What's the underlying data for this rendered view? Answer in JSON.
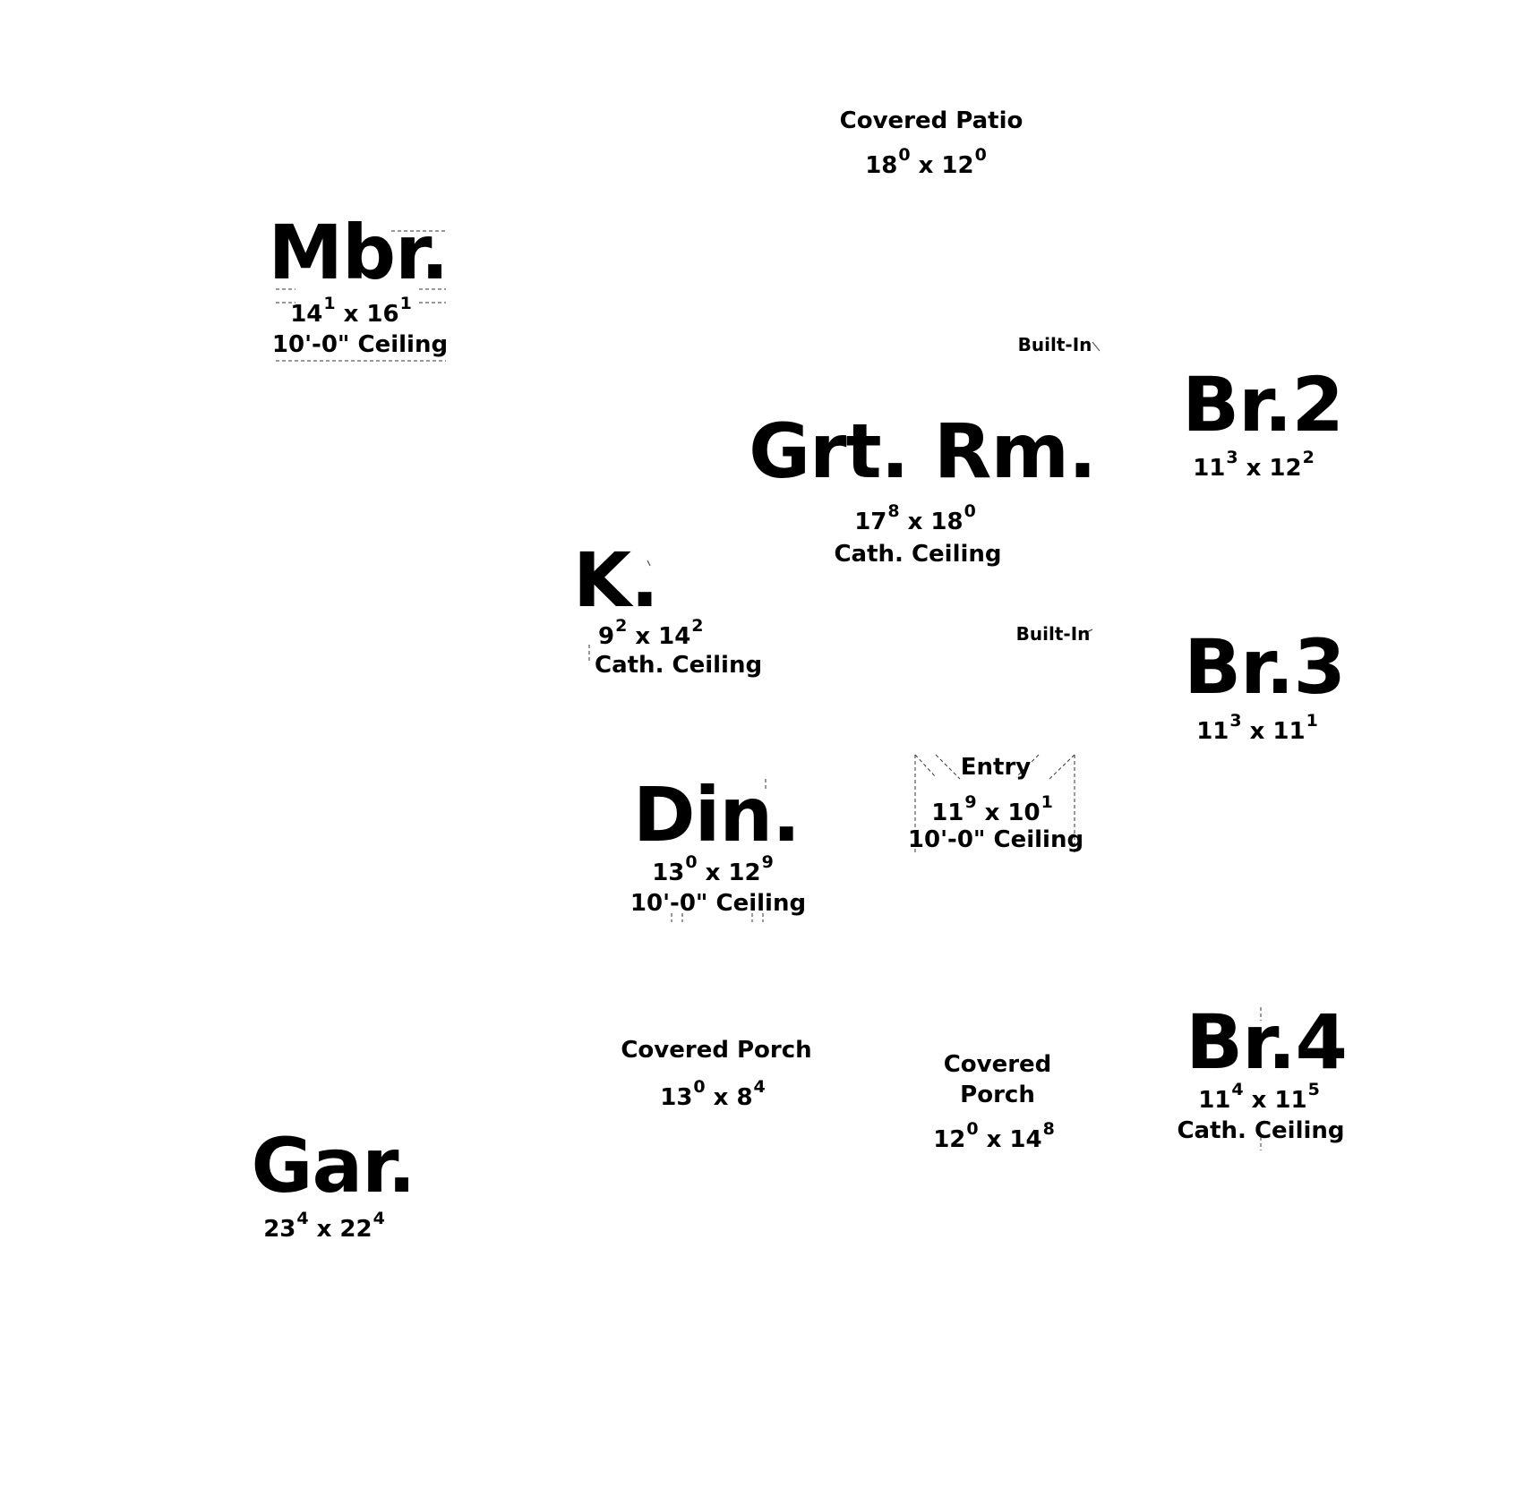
{
  "rooms": {
    "covered_patio": {
      "name": "Covered Patio",
      "w": "18",
      "w_in": "0",
      "h": "12",
      "h_in": "0"
    },
    "mbr": {
      "name": "Mbr.",
      "w": "14",
      "w_in": "1",
      "h": "16",
      "h_in": "1",
      "ceiling": "10'-0\" Ceiling"
    },
    "built_in_1": {
      "name": "Built-In"
    },
    "br2": {
      "name": "Br.2",
      "w": "11",
      "w_in": "3",
      "h": "12",
      "h_in": "2"
    },
    "grt_rm": {
      "name": "Grt. Rm.",
      "w": "17",
      "w_in": "8",
      "h": "18",
      "h_in": "0",
      "ceiling": "Cath. Ceiling"
    },
    "kitchen": {
      "name": "K.",
      "w": "9",
      "w_in": "2",
      "h": "14",
      "h_in": "2",
      "ceiling": "Cath. Ceiling"
    },
    "built_in_2": {
      "name": "Built-In"
    },
    "br3": {
      "name": "Br.3",
      "w": "11",
      "w_in": "3",
      "h": "11",
      "h_in": "1"
    },
    "entry": {
      "name": "Entry",
      "w": "11",
      "w_in": "9",
      "h": "10",
      "h_in": "1",
      "ceiling": "10'-0\" Ceiling"
    },
    "din": {
      "name": "Din.",
      "w": "13",
      "w_in": "0",
      "h": "12",
      "h_in": "9",
      "ceiling": "10'-0\" Ceiling"
    },
    "covered_porch_1": {
      "name": "Covered Porch",
      "w": "13",
      "w_in": "0",
      "h": "8",
      "h_in": "4"
    },
    "covered_porch_2": {
      "name_line1": "Covered",
      "name_line2": "Porch",
      "w": "12",
      "w_in": "0",
      "h": "14",
      "h_in": "8"
    },
    "br4": {
      "name": "Br.4",
      "w": "11",
      "w_in": "4",
      "h": "11",
      "h_in": "5",
      "ceiling": "Cath. Ceiling"
    },
    "gar": {
      "name": "Gar.",
      "w": "23",
      "w_in": "4",
      "h": "22",
      "h_in": "4"
    }
  },
  "dimension_separator": "x"
}
